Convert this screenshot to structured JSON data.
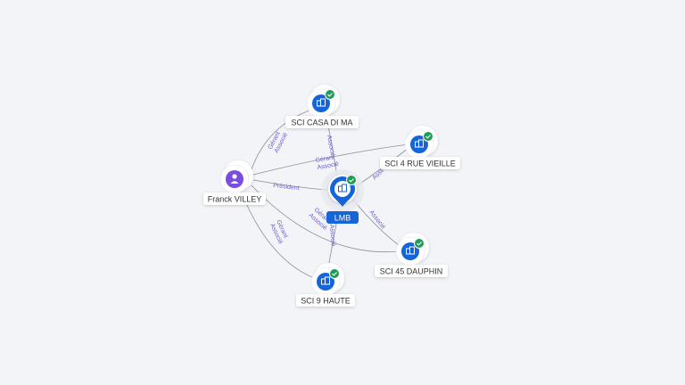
{
  "colors": {
    "company": "#1565d8",
    "person": "#7a4ce0",
    "check": "#1f9d55",
    "edge": "#8a8f9a",
    "edge_label": "#6a5fd0",
    "lmb_bg": "#1565d8"
  },
  "nodes": {
    "lmb": {
      "label": "LMB",
      "icon": "building-icon"
    },
    "franck": {
      "label": "Franck VILLEY",
      "icon": "person-icon"
    },
    "casa": {
      "label": "SCI CASA DI MA",
      "icon": "building-icon"
    },
    "vieille": {
      "label": "SCI 4 RUE VIEILLE",
      "icon": "building-icon"
    },
    "dauphin": {
      "label": "SCI 45 DAUPHIN",
      "icon": "building-icon"
    },
    "haute": {
      "label": "SCI 9 HAUTE",
      "icon": "building-icon"
    }
  },
  "edges": {
    "franck_casa": [
      "Gérant",
      "Associé"
    ],
    "franck_vieille": [
      "Gérant",
      "Associé"
    ],
    "franck_lmb": [
      "Président"
    ],
    "franck_dauphin": [
      "Gérant",
      "Associé"
    ],
    "franck_haute": [
      "Gérant",
      "Associé"
    ],
    "lmb_casa": [
      "Associé"
    ],
    "lmb_vieille": [
      "Asse"
    ],
    "lmb_dauphin": [
      "Associé"
    ],
    "lmb_haute": [
      "Associé"
    ]
  }
}
